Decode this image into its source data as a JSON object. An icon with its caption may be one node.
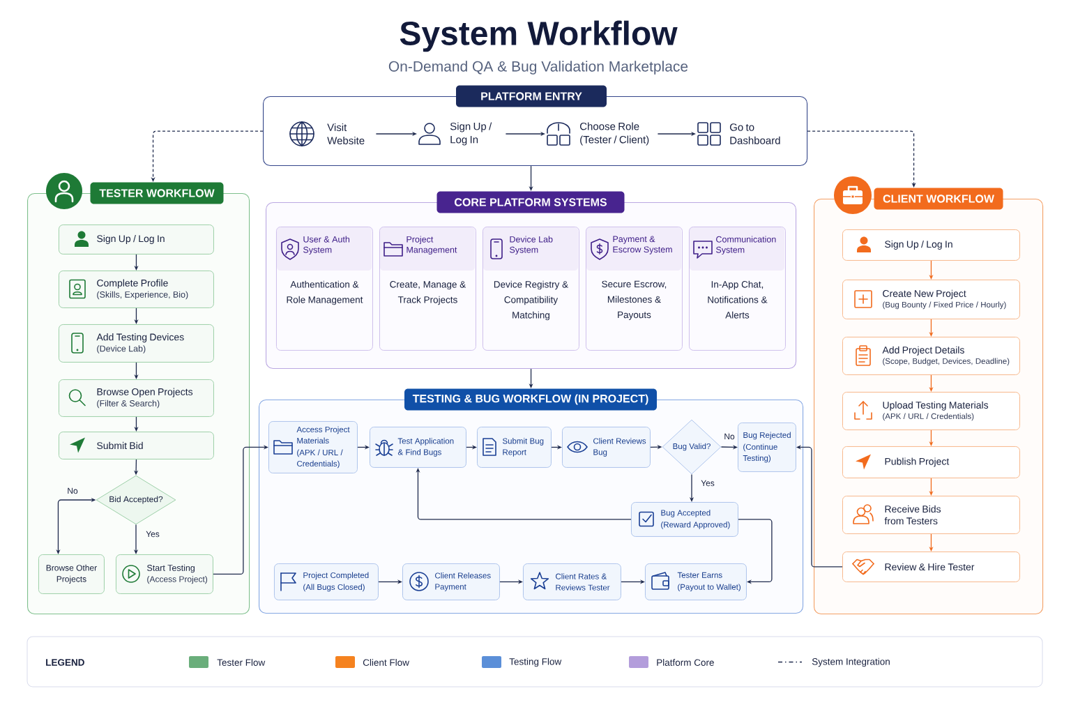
{
  "diagram": {
    "title": "System Workflow",
    "nodes": [
      {
        "text": [
          "PLATFORM ENTRY"
        ]
      },
      {
        "text": [
          "Visit Website"
        ],
        "in": 0
      },
      {
        "text": [
          "Sign Up / Log In"
        ],
        "in": 0
      },
      {
        "text": [
          "Choose Role (Tester / Client)"
        ],
        "in": 0
      },
      {
        "text": [
          "Go to Dashboard"
        ],
        "in": 0
      },
      {
        "text": [
          "TESTER WORKFLOW"
        ]
      },
      {
        "text": [
          "Sign Up / Log In"
        ],
        "in": 5
      },
      {
        "text": [
          "Complete Profile",
          "(Skills, Experience, Bio)"
        ],
        "in": 5
      },
      {
        "text": [
          "Add Testing Devices",
          "(Device Lab)"
        ],
        "in": 5
      },
      {
        "text": [
          "Browse Open Projects",
          "(Filter & Search)"
        ],
        "in": 5
      },
      {
        "text": [
          "Submit Bid"
        ],
        "in": 5
      },
      {
        "text": [
          "Bid Accepted?"
        ],
        "in": 5
      },
      {
        "text": [
          "Browse Other Projects"
        ],
        "in": 5
      },
      {
        "text": [
          "Start Testing",
          "(Access Project)"
        ],
        "in": 5
      },
      {
        "text": [
          "CORE PLATFORM SYSTEMS"
        ]
      },
      {
        "text": [
          "User & Auth System",
          "Authentication & Role Management"
        ],
        "in": 14
      },
      {
        "text": [
          "Project Management",
          "Create, Manage & Track Projects"
        ],
        "in": 14
      },
      {
        "text": [
          "Device Lab System",
          "Device Registry & Compatibility Matching"
        ],
        "in": 14
      },
      {
        "text": [
          "Payment & Escrow System",
          "Secure Escrow, Milestones & Payouts"
        ],
        "in": 14
      },
      {
        "text": [
          "Communication System",
          "In-App Chat, Notifications & Alerts"
        ],
        "in": 14
      },
      {
        "text": [
          "TESTING & BUG WORKFLOW (IN PROJECT)"
        ]
      },
      {
        "text": [
          "Access Project Materials",
          "(APK / URL / Credentials)"
        ],
        "in": 20
      },
      {
        "text": [
          "Test Application & Find Bugs"
        ],
        "in": 20
      },
      {
        "text": [
          "Submit Bug Report"
        ],
        "in": 20
      },
      {
        "text": [
          "Client Reviews Bug"
        ],
        "in": 20
      },
      {
        "text": [
          "Bug Valid?"
        ],
        "in": 20
      },
      {
        "text": [
          "Bug Rejected",
          "(Continue Testing)"
        ],
        "in": 20
      },
      {
        "text": [
          "Bug Accepted",
          "(Reward Approved)"
        ],
        "in": 20
      },
      {
        "text": [
          "Project Completed",
          "(All Bugs Closed)"
        ],
        "in": 20
      },
      {
        "text": [
          "Client Releases Payment"
        ],
        "in": 20
      },
      {
        "text": [
          "Client Rates & Reviews Tester"
        ],
        "in": 20
      },
      {
        "text": [
          "Tester Earns",
          "(Payout to Wallet)"
        ],
        "in": 20
      },
      {
        "text": [
          "CLIENT WORKFLOW"
        ]
      },
      {
        "text": [
          "Sign Up / Log In"
        ],
        "in": 32
      },
      {
        "text": [
          "Create New Project",
          "(Bug Bounty / Fixed Price / Hourly)"
        ],
        "in": 32
      },
      {
        "text": [
          "Add Project Details",
          "(Scope, Budget, Devices, Deadline)"
        ],
        "in": 32
      },
      {
        "text": [
          "Upload Testing Materials",
          "(APK / URL / Credentials)"
        ],
        "in": 32
      },
      {
        "text": [
          "Publish Project"
        ],
        "in": 32
      },
      {
        "text": [
          "Receive Bids from Testers"
        ],
        "in": 32
      },
      {
        "text": [
          "Review & Hire Tester"
        ],
        "in": 32
      }
    ],
    "edges": [
      {
        "from": 0,
        "to": 5,
        "arrow": "to",
        "style": "dashed"
      },
      {
        "from": 0,
        "to": 32,
        "arrow": "to",
        "style": "dashed"
      },
      {
        "from": 0,
        "to": 14,
        "arrow": "to"
      },
      {
        "from": 1,
        "to": 2,
        "arrow": "to"
      },
      {
        "from": 2,
        "to": 3,
        "arrow": "to"
      },
      {
        "from": 3,
        "to": 4,
        "arrow": "to"
      },
      {
        "from": 6,
        "to": 7,
        "arrow": "to"
      },
      {
        "from": 7,
        "to": 8,
        "arrow": "to"
      },
      {
        "from": 8,
        "to": 9,
        "arrow": "to"
      },
      {
        "from": 9,
        "to": 10,
        "arrow": "to"
      },
      {
        "from": 10,
        "to": 11,
        "arrow": "to"
      },
      {
        "from": 11,
        "to": 13,
        "arrow": "to",
        "label": "Yes"
      },
      {
        "from": 11,
        "to": 12,
        "arrow": "both",
        "label": "No"
      },
      {
        "from": 13,
        "to": 21,
        "arrow": "to"
      },
      {
        "from": 14,
        "to": 20,
        "arrow": "to"
      },
      {
        "from": 21,
        "to": 22,
        "arrow": "to"
      },
      {
        "from": 22,
        "to": 23,
        "arrow": "to"
      },
      {
        "from": 23,
        "to": 24,
        "arrow": "to"
      },
      {
        "from": 24,
        "to": 25,
        "arrow": "to"
      },
      {
        "from": 25,
        "to": 26,
        "arrow": "to",
        "label": "No"
      },
      {
        "from": 25,
        "to": 27,
        "arrow": "to",
        "label": "Yes"
      },
      {
        "from": 27,
        "to": 22,
        "arrow": "to"
      },
      {
        "from": 27,
        "to": 31,
        "arrow": "to"
      },
      {
        "from": 28,
        "to": 29,
        "arrow": "to"
      },
      {
        "from": 29,
        "to": 30,
        "arrow": "to"
      },
      {
        "from": 30,
        "to": 31,
        "arrow": "to"
      },
      {
        "from": 33,
        "to": 34,
        "arrow": "to",
        "color": "#f06b1e"
      },
      {
        "from": 34,
        "to": 35,
        "arrow": "to",
        "color": "#f06b1e"
      },
      {
        "from": 35,
        "to": 36,
        "arrow": "to",
        "color": "#f06b1e"
      },
      {
        "from": 36,
        "to": 37,
        "arrow": "to",
        "color": "#f06b1e"
      },
      {
        "from": 37,
        "to": 38,
        "arrow": "to",
        "color": "#f06b1e"
      },
      {
        "from": 38,
        "to": 39,
        "arrow": "to",
        "color": "#f06b1e"
      },
      {
        "from": 39,
        "to": 26,
        "arrow": "to"
      }
    ],
    "labels": [
      "On-Demand QA & Bug Validation Marketplace",
      "LEGEND"
    ],
    "legend": [
      {
        "text": "Tester Flow",
        "color": "#6aae7b"
      },
      {
        "text": "Client Flow",
        "color": "#f5821f"
      },
      {
        "text": "Testing Flow",
        "color": "#5b8fd8"
      },
      {
        "text": "Platform Core",
        "color": "#b39ddb"
      },
      {
        "text": "System Integration"
      }
    ]
  }
}
